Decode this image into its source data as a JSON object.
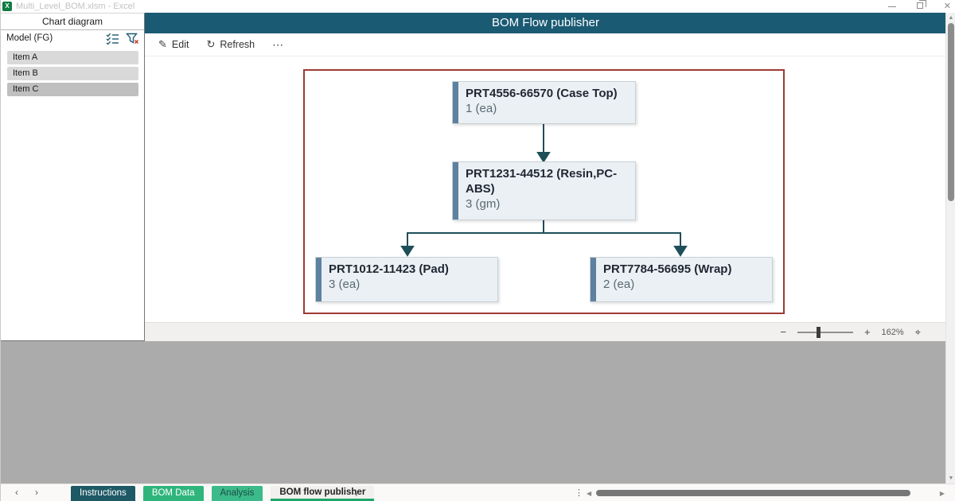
{
  "window": {
    "title": "Multi_Level_BOM.xlsm - Excel"
  },
  "left_panel": {
    "tab_title": "Chart diagram",
    "field_label": "Model (FG)",
    "items": [
      {
        "label": "Item A",
        "selected": false
      },
      {
        "label": "Item B",
        "selected": false
      },
      {
        "label": "Item C",
        "selected": true
      }
    ]
  },
  "addin": {
    "header_title": "BOM Flow publisher",
    "toolbar": {
      "edit_label": "Edit",
      "refresh_label": "Refresh"
    }
  },
  "diagram": {
    "type": "flowchart",
    "frame_color": "#9E3A33",
    "nodes": [
      {
        "id": "root",
        "label": "PRT4556-66570 (Case Top)",
        "qty": "1 (ea)",
        "level": 0,
        "parent": null
      },
      {
        "id": "mid",
        "label": "PRT1231-44512 (Resin,PC-ABS)",
        "qty": "3 (gm)",
        "level": 1,
        "parent": "root"
      },
      {
        "id": "leaf1",
        "label": "PRT1012-11423 (Pad)",
        "qty": "3 (ea)",
        "level": 2,
        "parent": "mid"
      },
      {
        "id": "leaf2",
        "label": "PRT7784-56695 (Wrap)",
        "qty": "2 (ea)",
        "level": 2,
        "parent": "mid"
      }
    ],
    "edges": [
      [
        "root",
        "mid"
      ],
      [
        "mid",
        "leaf1"
      ],
      [
        "mid",
        "leaf2"
      ]
    ]
  },
  "status_bar": {
    "zoom_level": "162%"
  },
  "sheet_bar": {
    "tabs": [
      {
        "label": "Instructions",
        "style": "dark-teal",
        "active": false
      },
      {
        "label": "BOM Data",
        "style": "green",
        "active": false
      },
      {
        "label": "Analysis",
        "style": "green",
        "active": false
      },
      {
        "label": "BOM flow publisher",
        "style": "light",
        "active": true
      }
    ]
  },
  "icons": {
    "excel": "X",
    "close": "✕",
    "edit": "✎",
    "refresh": "↻",
    "more": "⋯",
    "zoom_out": "−",
    "zoom_in": "+",
    "fit": "⌖",
    "prev": "‹",
    "next": "›",
    "add_sheet": "+",
    "splitter_dots": "⋮",
    "scroll_up": "▲",
    "scroll_down": "▼",
    "scroll_left": "◀",
    "scroll_right": "▶"
  },
  "colors": {
    "header_teal": "#1A5A73",
    "node_fill": "#EAF0F4",
    "node_accent": "#5E81A0",
    "connector": "#1F4F58",
    "frame_red": "#9E3A33",
    "tab_dark_teal": "#1E5966",
    "tab_green": "#2FB57C",
    "active_tab_underline": "#1FA56B",
    "workspace_gray": "#ABABAB"
  }
}
